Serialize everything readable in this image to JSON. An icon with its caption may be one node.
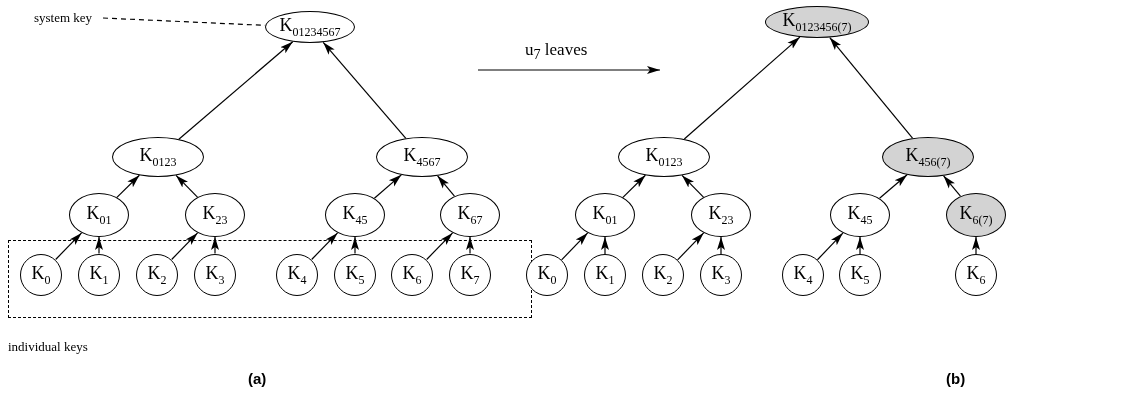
{
  "diagram": {
    "nodes": [
      {
        "text": [
          "system key"
        ]
      },
      {
        "text": [
          "K$_{01234567}$"
        ]
      },
      {
        "text": [
          "K$_{0123}$"
        ]
      },
      {
        "text": [
          "K$_{4567}$"
        ]
      },
      {
        "text": [
          "K$_{01}$"
        ]
      },
      {
        "text": [
          "K$_{23}$"
        ]
      },
      {
        "text": [
          "K$_{45}$"
        ]
      },
      {
        "text": [
          "K$_{67}$"
        ]
      },
      {
        "text": [
          "individual keys"
        ]
      },
      {
        "text": [
          "K$_{0}$"
        ],
        "in": 8
      },
      {
        "text": [
          "K$_{1}$"
        ],
        "in": 8
      },
      {
        "text": [
          "K$_{2}$"
        ],
        "in": 8
      },
      {
        "text": [
          "K$_{3}$"
        ],
        "in": 8
      },
      {
        "text": [
          "K$_{4}$"
        ],
        "in": 8
      },
      {
        "text": [
          "K$_{5}$"
        ],
        "in": 8
      },
      {
        "text": [
          "K$_{6}$"
        ],
        "in": 8
      },
      {
        "text": [
          "K$_{7}$"
        ],
        "in": 8
      },
      {
        "text": [
          "K$_{0123456(7)}$"
        ]
      },
      {
        "text": [
          "K$_{0123}$"
        ]
      },
      {
        "text": [
          "K$_{456(7)}$"
        ]
      },
      {
        "text": [
          "K$_{01}$"
        ]
      },
      {
        "text": [
          "K$_{23}$"
        ]
      },
      {
        "text": [
          "K$_{45}$"
        ]
      },
      {
        "text": [
          "K$_{6(7)}$"
        ]
      },
      {
        "text": [
          "K$_{0}$"
        ]
      },
      {
        "text": [
          "K$_{1}$"
        ]
      },
      {
        "text": [
          "K$_{2}$"
        ]
      },
      {
        "text": [
          "K$_{3}$"
        ]
      },
      {
        "text": [
          "K$_{4}$"
        ]
      },
      {
        "text": [
          "K$_{5}$"
        ]
      },
      {
        "text": [
          "K$_{6}$"
        ]
      }
    ],
    "edges": [
      {
        "from": 0,
        "to": 1,
        "arrow": "none",
        "style": "dashed"
      },
      {
        "from": 2,
        "to": 1,
        "arrow": "to"
      },
      {
        "from": 3,
        "to": 1,
        "arrow": "to"
      },
      {
        "from": 4,
        "to": 2,
        "arrow": "to"
      },
      {
        "from": 5,
        "to": 2,
        "arrow": "to"
      },
      {
        "from": 6,
        "to": 3,
        "arrow": "to"
      },
      {
        "from": 7,
        "to": 3,
        "arrow": "to"
      },
      {
        "from": 9,
        "to": 4,
        "arrow": "to"
      },
      {
        "from": 10,
        "to": 4,
        "arrow": "to"
      },
      {
        "from": 11,
        "to": 5,
        "arrow": "to"
      },
      {
        "from": 12,
        "to": 5,
        "arrow": "to"
      },
      {
        "from": 13,
        "to": 6,
        "arrow": "to"
      },
      {
        "from": 14,
        "to": 6,
        "arrow": "to"
      },
      {
        "from": 15,
        "to": 7,
        "arrow": "to"
      },
      {
        "from": 16,
        "to": 7,
        "arrow": "to"
      },
      {
        "from": 18,
        "to": 17,
        "arrow": "to"
      },
      {
        "from": 19,
        "to": 17,
        "arrow": "to"
      },
      {
        "from": 20,
        "to": 18,
        "arrow": "to"
      },
      {
        "from": 21,
        "to": 18,
        "arrow": "to"
      },
      {
        "from": 22,
        "to": 19,
        "arrow": "to"
      },
      {
        "from": 23,
        "to": 19,
        "arrow": "to"
      },
      {
        "from": 24,
        "to": 20,
        "arrow": "to"
      },
      {
        "from": 25,
        "to": 20,
        "arrow": "to"
      },
      {
        "from": 26,
        "to": 21,
        "arrow": "to"
      },
      {
        "from": 27,
        "to": 21,
        "arrow": "to"
      },
      {
        "from": 28,
        "to": 22,
        "arrow": "to"
      },
      {
        "from": 29,
        "to": 22,
        "arrow": "to"
      },
      {
        "from": 30,
        "to": 23,
        "arrow": "to"
      }
    ],
    "labels": [
      "u$_{7}$ leaves",
      "(a)",
      "(b)"
    ]
  }
}
